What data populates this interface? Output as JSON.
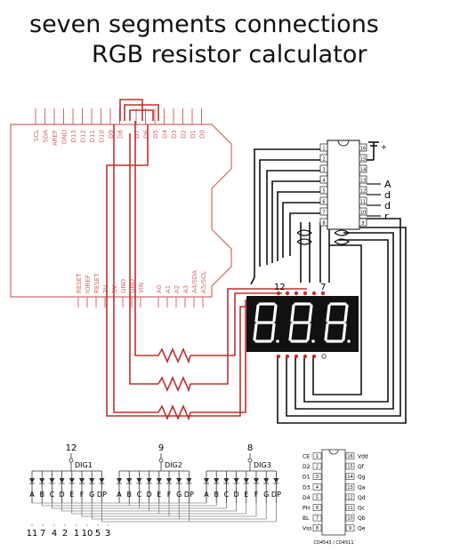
{
  "header": {
    "title_line1": "seven segments connections",
    "title_line2": "RGB resistor calculator"
  },
  "arduino": {
    "top_pins": [
      "SCL",
      "SDA",
      "AREF",
      "GND",
      "D13",
      "D12",
      "D11",
      "D10",
      "D9",
      "D8",
      "D7",
      "D6",
      "D5",
      "D4",
      "D3",
      "D2",
      "D1",
      "D0"
    ],
    "bottom_pins": [
      "RESET",
      "IOREF",
      "RESET",
      "3V",
      "5V",
      "GND",
      "GND",
      "VIN",
      "A0",
      "A1",
      "A2",
      "A3",
      "A4/SDA",
      "A5/SCL"
    ]
  },
  "chip": {
    "left_pins": [
      "1",
      "2",
      "3",
      "4",
      "5",
      "6",
      "7",
      "8"
    ],
    "right_pins": [
      "16",
      "15",
      "14",
      "13",
      "12",
      "11",
      "10",
      "9"
    ],
    "side_letters": [
      "A",
      "d",
      "d",
      "r"
    ],
    "mark": "+"
  },
  "display": {
    "pin_left": "12",
    "pin_right": "7",
    "digits": [
      "8.",
      "8.",
      "8."
    ]
  },
  "schematic": {
    "digit_pins": [
      "12",
      "9",
      "8"
    ],
    "digit_labels": [
      "DIG1",
      "DIG2",
      "DIG3"
    ],
    "segment_labels": [
      "A",
      "B",
      "C",
      "D",
      "E",
      "F",
      "G",
      "DP"
    ],
    "bottom_pins": [
      "11",
      "7",
      "4",
      "2",
      "1",
      "10",
      "5",
      "3"
    ]
  },
  "chip_schematic": {
    "left_labels": [
      "CE",
      "D2",
      "D1",
      "D3",
      "D4",
      "PH",
      "BL",
      "Vss"
    ],
    "left_nums": [
      "1",
      "2",
      "3",
      "4",
      "5",
      "6",
      "7",
      "8"
    ],
    "right_nums": [
      "16",
      "15",
      "14",
      "13",
      "12",
      "11",
      "10",
      "9"
    ],
    "right_labels": [
      "Vdd",
      "Qf",
      "Qg",
      "Qa",
      "Qd",
      "Qc",
      "Qb",
      "Qe"
    ],
    "caption": "CD4543 / CD4511"
  },
  "colors": {
    "wire_red": "#c0302f",
    "outline_red": "#d06a6a",
    "black": "#111111"
  }
}
